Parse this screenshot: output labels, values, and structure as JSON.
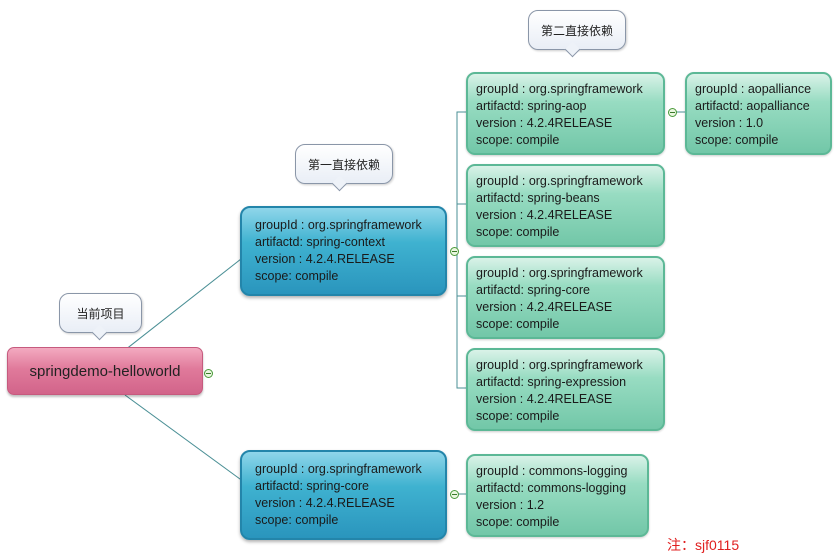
{
  "root": {
    "label": "springdemo-helloworld"
  },
  "callouts": {
    "current": "当前项目",
    "first": "第一直接依赖",
    "second": "第二直接依赖"
  },
  "nodes": {
    "ctx": [
      "groupId : org.springframework",
      "artifactd: spring-context",
      "version : 4.2.4.RELEASE",
      "scope: compile"
    ],
    "core1": [
      "groupId : org.springframework",
      "artifactd: spring-core",
      "version : 4.2.4.RELEASE",
      "scope: compile"
    ],
    "aop": [
      "groupId : org.springframework",
      "artifactd: spring-aop",
      "version : 4.2.4RELEASE",
      "scope: compile"
    ],
    "beans": [
      "groupId : org.springframework",
      "artifactd: spring-beans",
      "version : 4.2.4RELEASE",
      "scope: compile"
    ],
    "core2": [
      "groupId : org.springframework",
      "artifactd: spring-core",
      "version : 4.2.4RELEASE",
      "scope: compile"
    ],
    "expr": [
      "groupId : org.springframework",
      "artifactd: spring-expression",
      "version : 4.2.4RELEASE",
      "scope: compile"
    ],
    "aopalliance": [
      "groupId : aopalliance",
      "artifactd: aopalliance",
      "version : 1.0",
      "scope: compile"
    ],
    "logging": [
      "groupId : commons-logging",
      "artifactd: commons-logging",
      "version : 1.2",
      "scope: compile"
    ]
  },
  "note": "注：sjf0115",
  "colors": {
    "root": "#d2648a",
    "level1": "#2a95bd",
    "level2": "#72c7a8",
    "connector": "#4a8f95",
    "note": "#e02020"
  }
}
